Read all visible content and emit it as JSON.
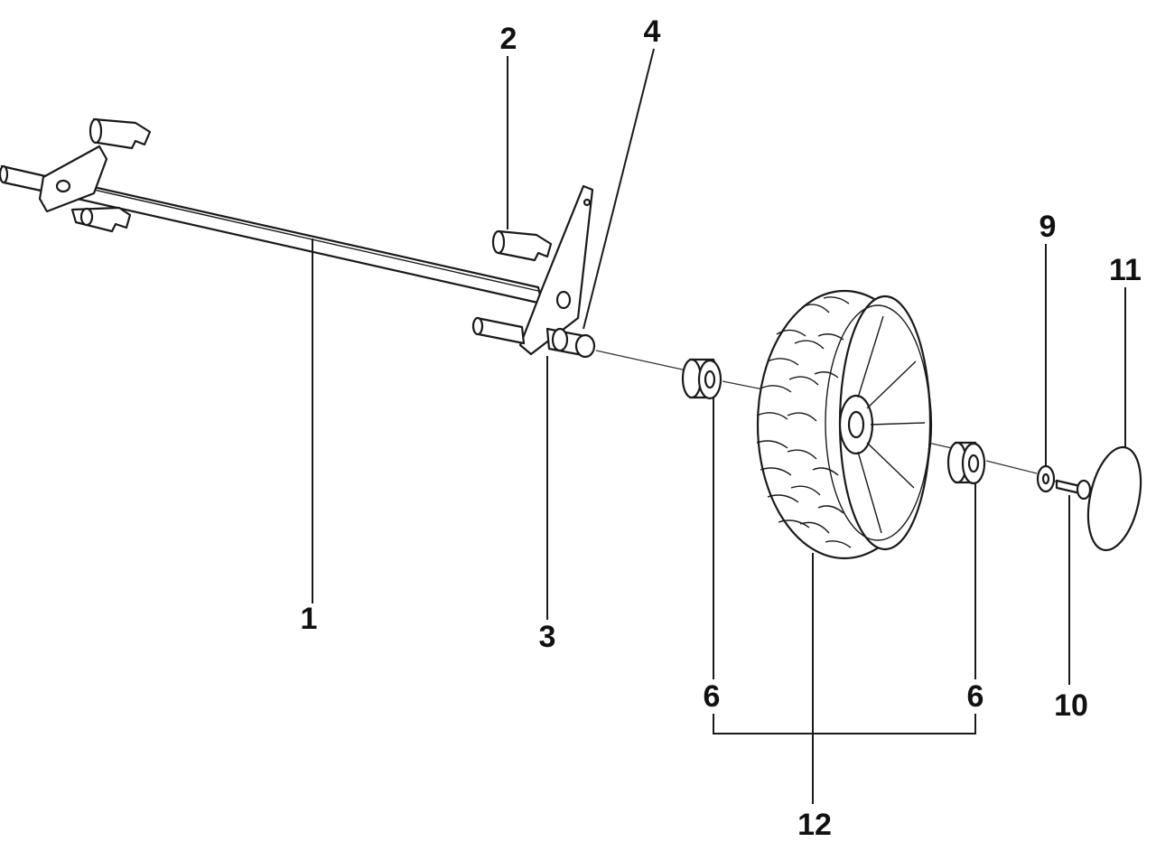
{
  "labels": {
    "p1": "1",
    "p2": "2",
    "p3": "3",
    "p4": "4",
    "p6a": "6",
    "p6b": "6",
    "p9": "9",
    "p10": "10",
    "p11": "11",
    "p12": "12"
  }
}
